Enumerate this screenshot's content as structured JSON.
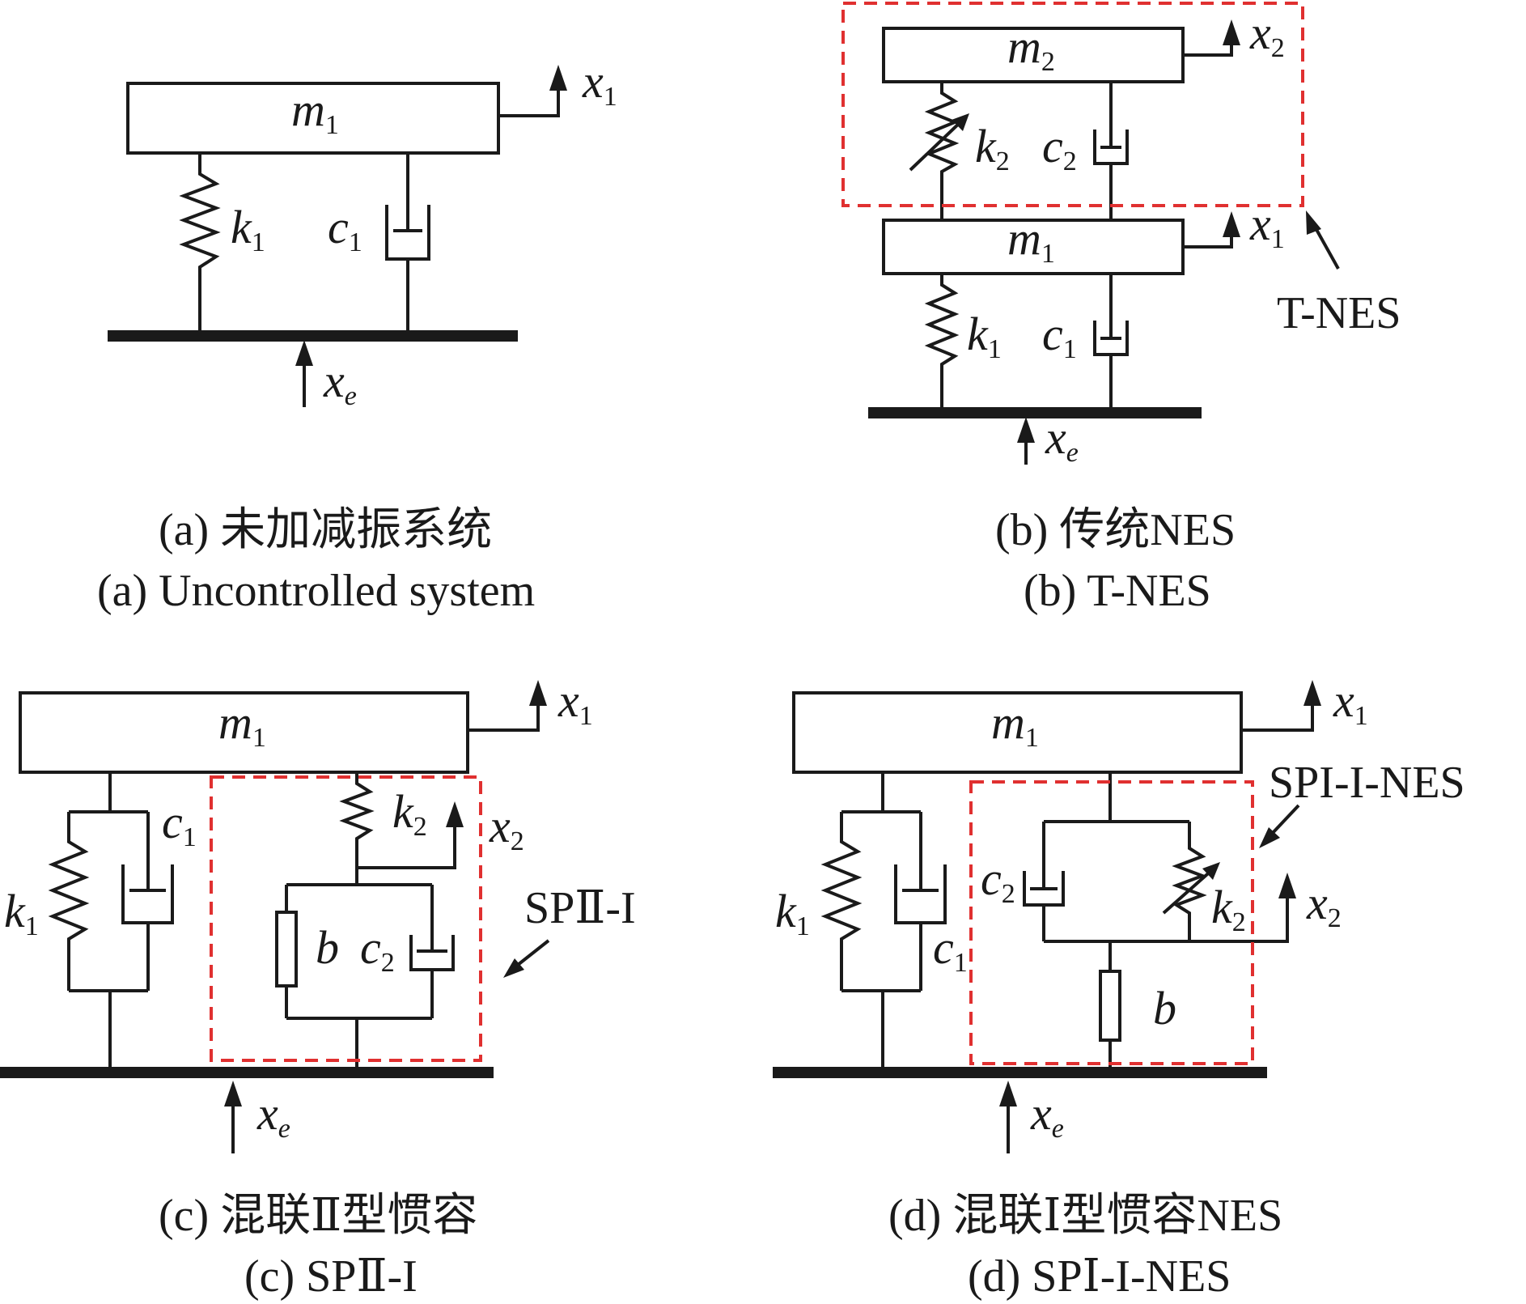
{
  "symbols": {
    "m": "m",
    "k": "k",
    "c": "c",
    "x": "x",
    "b": "b",
    "sub_1": "1",
    "sub_2": "2",
    "sub_e": "e"
  },
  "panels": {
    "a": {
      "caption_cn": "(a)  未加减振系统",
      "caption_en": "(a)  Uncontrolled system"
    },
    "b": {
      "tag": "T-NES",
      "caption_cn": "(b)  传统NES",
      "caption_en": "(b)  T-NES"
    },
    "c": {
      "tag": "SPⅡ-I",
      "caption_cn": "(c)  混联Ⅱ型惯容",
      "caption_en": "(c)  SPⅡ-I"
    },
    "d": {
      "tag": "SPI-I-NES",
      "caption_cn": "(d)  混联Ⅰ型惯容NES",
      "caption_en": "(d)  SPⅠ-I-NES"
    }
  },
  "colors": {
    "line": "#1a1a1a",
    "highlight_box": "#e03030",
    "background": "#ffffff"
  }
}
